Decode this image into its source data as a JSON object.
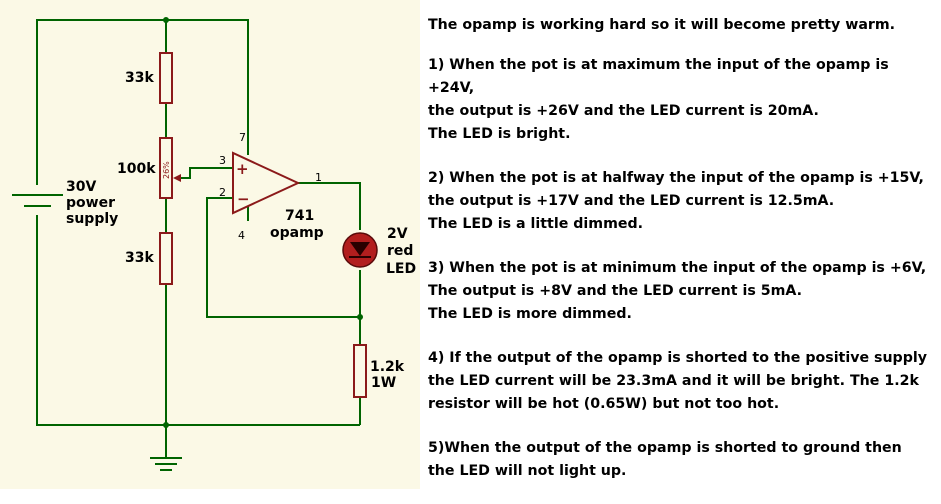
{
  "schematic": {
    "resistor_top": "33k",
    "pot": "100k",
    "pot_setting": "26%",
    "resistor_bottom": "33k",
    "supply_voltage": "30V",
    "supply_line1": "power",
    "supply_line2": "supply",
    "opamp_plus": "+",
    "opamp_minus": "−",
    "opamp_pin_7": "7",
    "opamp_pin_3": "3",
    "opamp_pin_2": "2",
    "opamp_pin_4": "4",
    "opamp_pin_1": "1",
    "opamp_name": "741",
    "opamp_label": "opamp",
    "led_voltage": "2V",
    "led_color": "red",
    "led_label": "LED",
    "resistor_load_value": "1.2k",
    "resistor_load_power": "1W",
    "colors": {
      "wire": "#006400",
      "component": "#8b1a1a",
      "led_fill": "#b21e1e",
      "background": "#fbf9e6"
    }
  },
  "notes": {
    "intro": "The opamp is working hard so it will become pretty warm.",
    "items": [
      "1) When the pot is at maximum the input of the opamp is +24V,\nthe output is +26V and the LED current is 20mA.\nThe LED is bright.",
      "2) When the pot is at halfway the input of the opamp is +15V,\nthe output is +17V and the LED current is 12.5mA.\nThe LED is a little dimmed.",
      "3) When the pot is at minimum the input of the opamp is +6V,\nThe output is +8V and the LED current is 5mA.\nThe LED is more dimmed.",
      "4) If the output of the opamp is shorted to the positive supply\nthe LED current will be 23.3mA and it will be bright. The 1.2k\nresistor will be hot (0.65W) but not too hot.",
      "5)When the output of the opamp is shorted to ground then\nthe LED will not light up."
    ]
  }
}
